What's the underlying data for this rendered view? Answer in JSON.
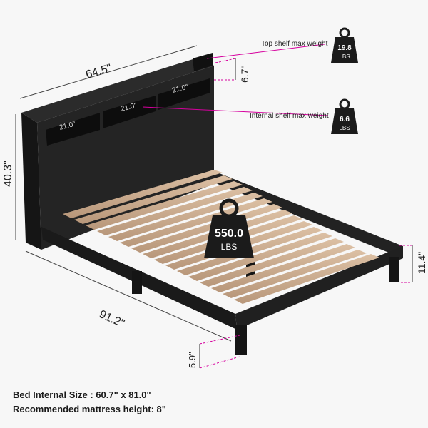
{
  "dimensions": {
    "width": "64.5\"",
    "height": "40.3\"",
    "length": "91.2\"",
    "top_shelf_height": "6.7\"",
    "frame_height": "11.4\"",
    "leg_height": "5.9\"",
    "cubby_width": "21.0\""
  },
  "callouts": {
    "top_shelf_label": "Top shelf max weight",
    "top_shelf_value": "19.8",
    "top_shelf_unit": "LBS",
    "internal_shelf_label": "Internal shelf max weight",
    "internal_shelf_value": "6.6",
    "internal_shelf_unit": "LBS",
    "bed_capacity_value": "550.0",
    "bed_capacity_unit": "LBS"
  },
  "specs": {
    "internal_size": "Bed Internal Size : 60.7\" x 81.0\"",
    "mattress_height": "Recommended mattress height: 8\""
  },
  "colors": {
    "accent": "#d6009e",
    "frame": "#1e1e1e",
    "slat": "#c9a98a",
    "weight_icon": "#1b1b1b"
  }
}
